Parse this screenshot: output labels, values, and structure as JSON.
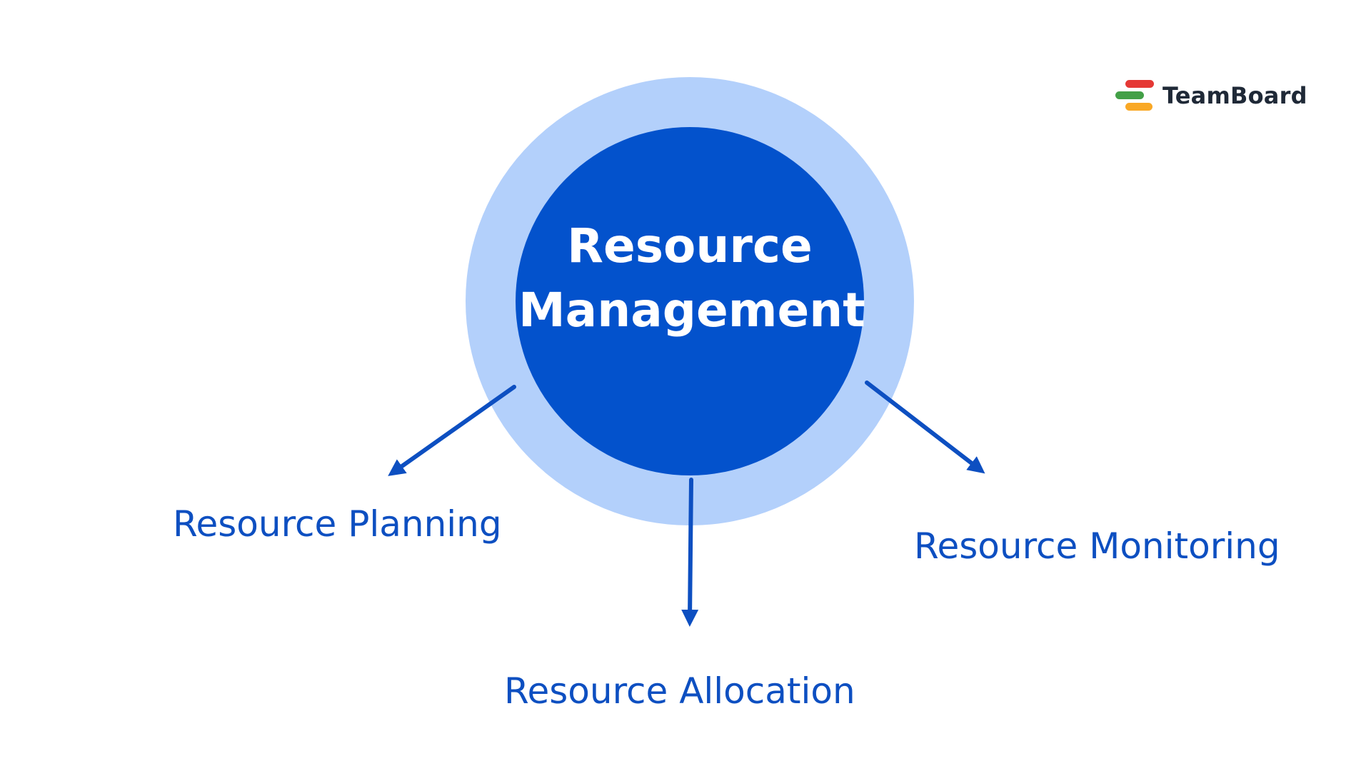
{
  "logo": {
    "text": "TeamBoard",
    "colors": [
      "#e53935",
      "#43a047",
      "#f9a825"
    ]
  },
  "diagram": {
    "center": {
      "line1": "Resource",
      "line2": "Management"
    },
    "branches": [
      {
        "label": "Resource Planning"
      },
      {
        "label": "Resource Allocation"
      },
      {
        "label": "Resource Monitoring"
      }
    ]
  },
  "colors": {
    "outer_ring": "#b3d0fb",
    "inner_circle": "#0352cc",
    "arrow": "#0d4fc1",
    "label": "#0d4fc1"
  }
}
